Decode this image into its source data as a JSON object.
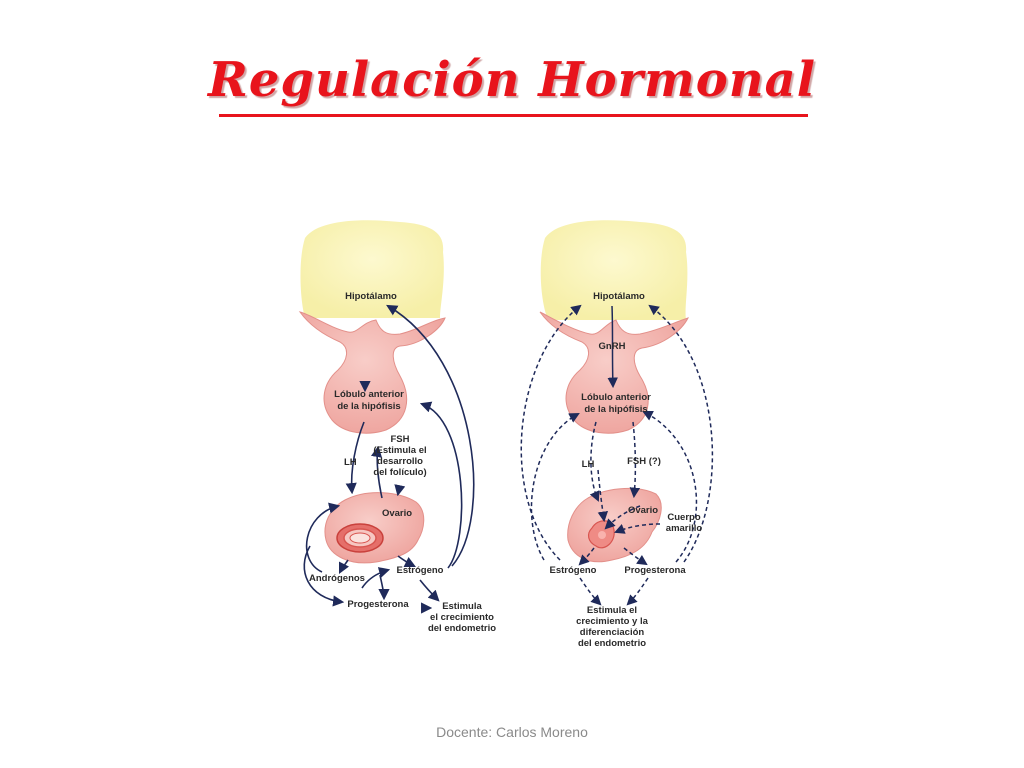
{
  "slide": {
    "title": "Regulación Hormonal",
    "footer": "Docente: Carlos Moreno"
  },
  "colors": {
    "title": "#e8141c",
    "hypothalamus": "#fbf6bd",
    "tissue": "#f3b3ae",
    "tissue_edge": "#e3908a",
    "arrow": "#1f2a5a"
  },
  "left_diagram": {
    "hypothalamus": "Hipotálamo",
    "pituitary": [
      "Lóbulo anterior",
      "de la hipófisis"
    ],
    "lh": "LH",
    "fsh": [
      "FSH",
      "(Estimula el",
      "desarrollo",
      "del folículo)"
    ],
    "ovary": "Ovario",
    "androgens": "Andrógenos",
    "estrogen": "Estrógeno",
    "progesterone": "Progesterona",
    "effect": [
      "Estimula",
      "el crecimiento",
      "del endometrio"
    ]
  },
  "right_diagram": {
    "hypothalamus": "Hipotálamo",
    "gnrh": "GnRH",
    "pituitary": [
      "Lóbulo anterior",
      "de la hipófisis"
    ],
    "lh": "LH",
    "fsh": "FSH (?)",
    "ovary": "Ovario",
    "corpus_luteum": [
      "Cuerpo",
      "amarillo"
    ],
    "estrogen": "Estrógeno",
    "progesterone": "Progesterona",
    "effect": [
      "Estimula el",
      "crecimiento y la",
      "diferenciación",
      "del endometrio"
    ]
  }
}
